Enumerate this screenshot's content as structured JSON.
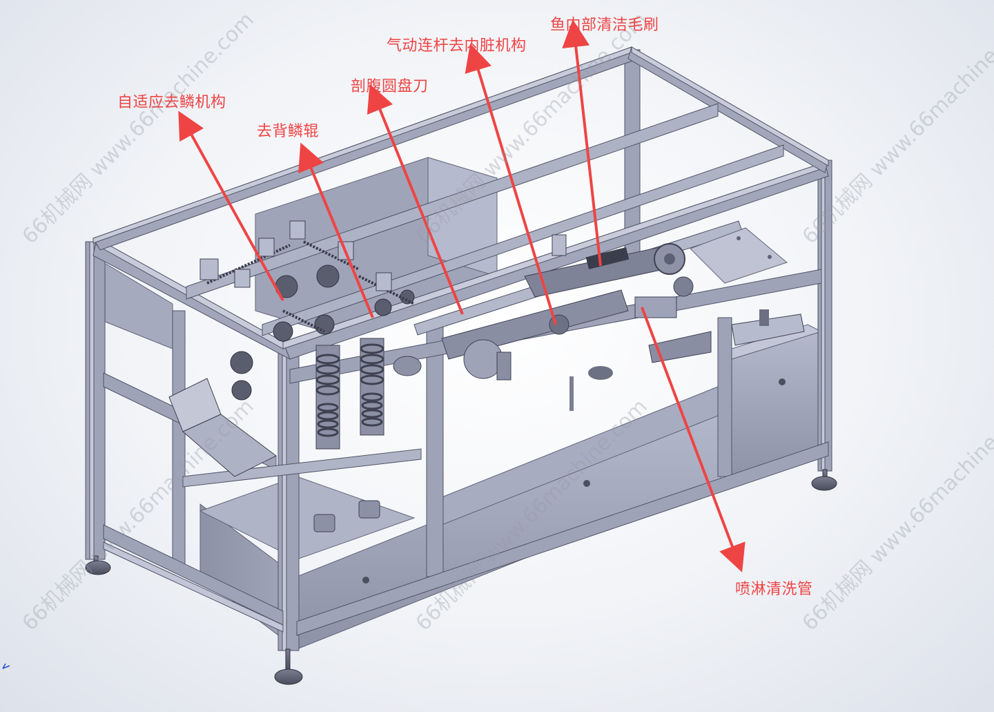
{
  "labels": {
    "adaptive_descaler": "自适应去鳞机构",
    "back_scale_roller": "去背鳞辊",
    "belly_disc_knife": "剖腹圆盘刀",
    "pneumatic_gutting": "气动连杆去内脏机构",
    "fish_inner_brush": "鱼内部清洁毛刷",
    "spray_pipe": "喷淋清洗管"
  },
  "watermark": "66机械网 www.66machine.com",
  "colors": {
    "frame": "#9ea3b8",
    "frame_dark": "#5f6478",
    "panel": "#a9adc1",
    "panel_dark": "#7d8196",
    "arrow": "#ef4444",
    "label": "#ef4444"
  }
}
